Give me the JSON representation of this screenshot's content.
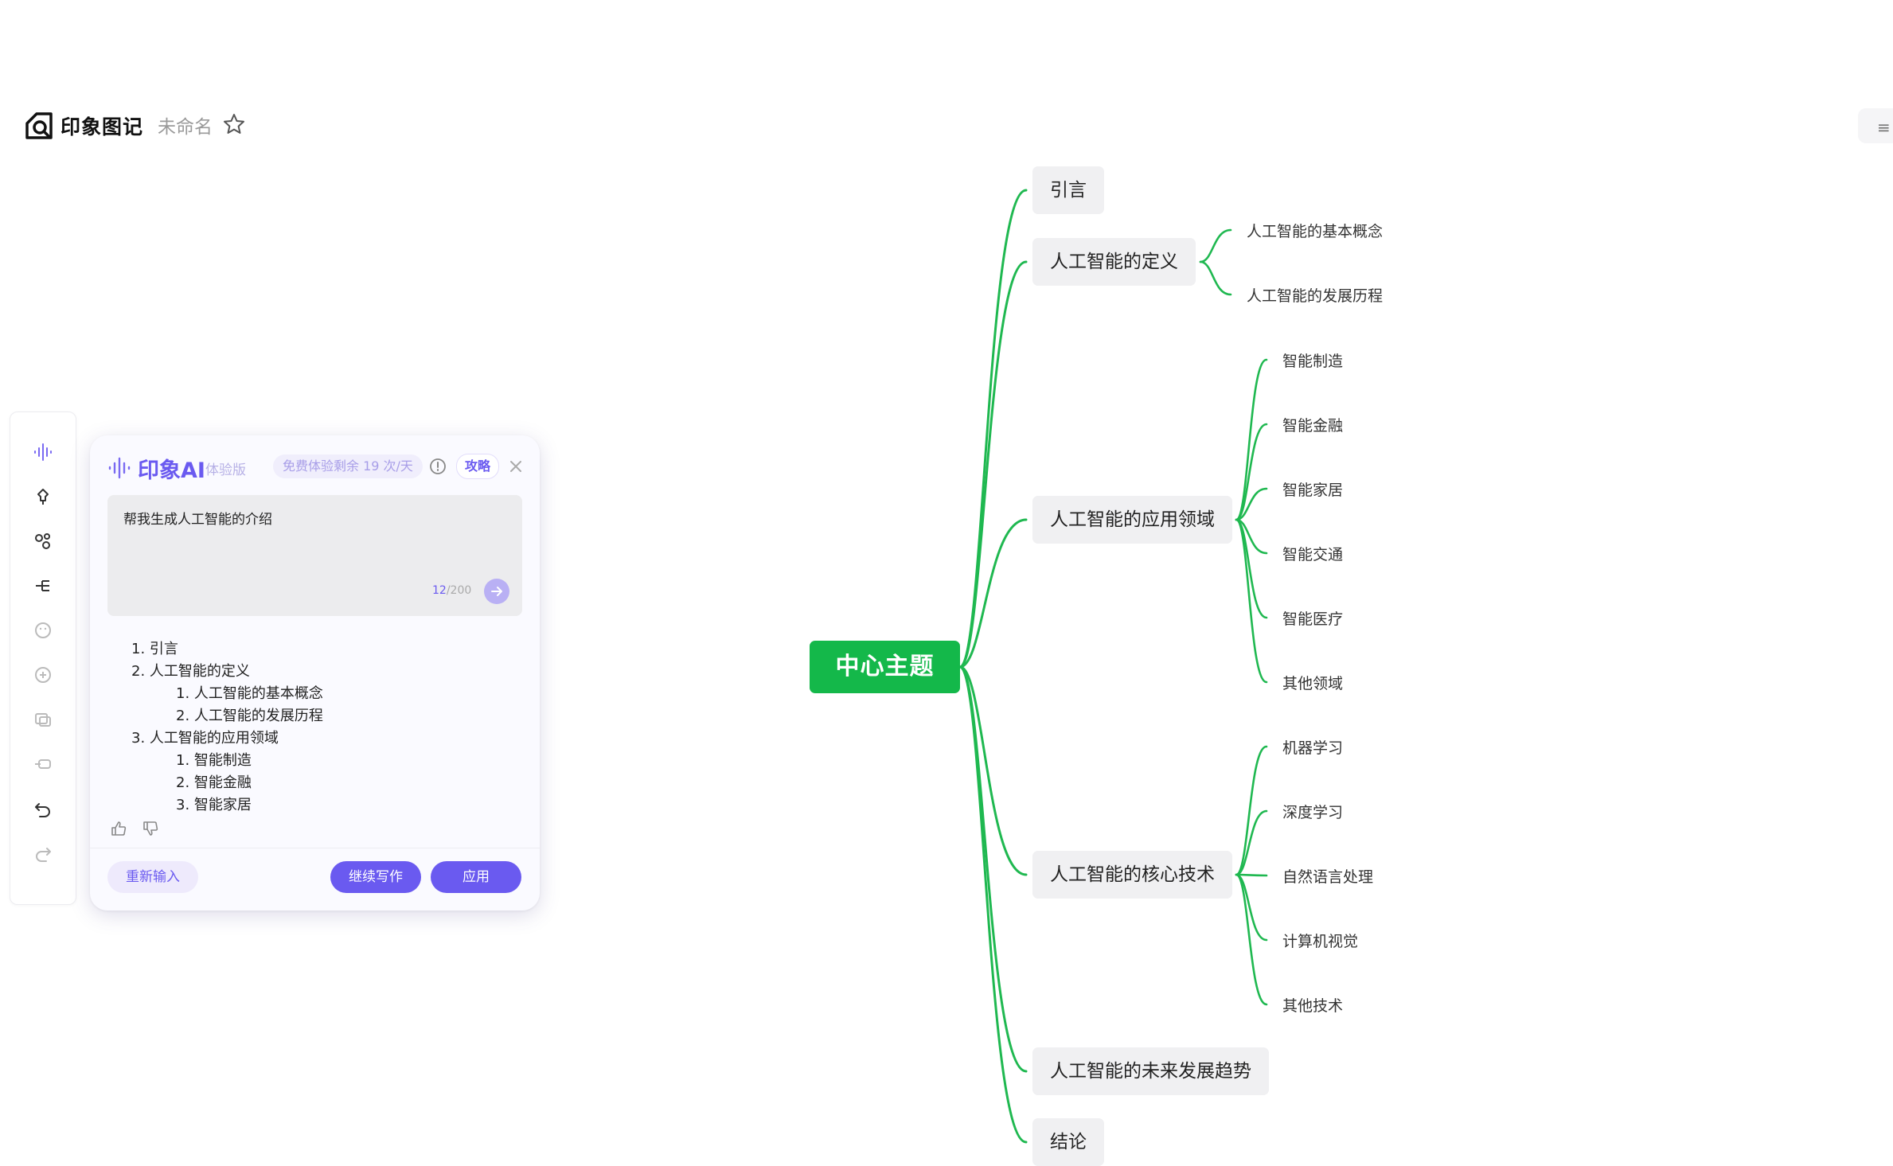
{
  "header": {
    "app_name": "印象图记",
    "doc_name": "未命名",
    "menu_glyph": "≡"
  },
  "toolbar": {
    "items": [
      {
        "icon": "ai-sparkle-icon"
      },
      {
        "icon": "pin-icon"
      },
      {
        "icon": "node-style-icon"
      },
      {
        "icon": "structure-icon"
      },
      {
        "icon": "emoji-icon"
      },
      {
        "icon": "add-circle-icon"
      },
      {
        "icon": "insert-image-icon"
      },
      {
        "icon": "link-icon"
      },
      {
        "icon": "undo-icon"
      },
      {
        "icon": "redo-icon"
      }
    ]
  },
  "ai_panel": {
    "title": "印象AI",
    "edition": "体验版",
    "quota": "免费体验剩余 19 次/天",
    "guide_label": "攻略",
    "input_text": "帮我生成人工智能的介绍",
    "counter_current": "12",
    "counter_max": "/200",
    "outline": [
      {
        "num": "1.",
        "text": "引言",
        "level": 0
      },
      {
        "num": "2.",
        "text": "人工智能的定义",
        "level": 0
      },
      {
        "num": "1.",
        "text": "人工智能的基本概念",
        "level": 1
      },
      {
        "num": "2.",
        "text": "人工智能的发展历程",
        "level": 1
      },
      {
        "num": "3.",
        "text": "人工智能的应用领域",
        "level": 0
      },
      {
        "num": "1.",
        "text": "智能制造",
        "level": 1
      },
      {
        "num": "2.",
        "text": "智能金融",
        "level": 1
      },
      {
        "num": "3.",
        "text": "智能家居",
        "level": 1
      }
    ],
    "reinput_label": "重新输入",
    "continue_label": "继续写作",
    "apply_label": "应用"
  },
  "mindmap": {
    "center": "中心主题",
    "branch_color": "#1fb850",
    "accent_color": "#6a5af0",
    "branches": [
      {
        "label": "引言",
        "children": []
      },
      {
        "label": "人工智能的定义",
        "children": [
          "人工智能的基本概念",
          "人工智能的发展历程"
        ]
      },
      {
        "label": "人工智能的应用领域",
        "children": [
          "智能制造",
          "智能金融",
          "智能家居",
          "智能交通",
          "智能医疗",
          "其他领域"
        ]
      },
      {
        "label": "人工智能的核心技术",
        "children": [
          "机器学习",
          "深度学习",
          "自然语言处理",
          "计算机视觉",
          "其他技术"
        ]
      },
      {
        "label": "人工智能的未来发展趋势",
        "children": []
      },
      {
        "label": "结论",
        "children": []
      }
    ]
  }
}
